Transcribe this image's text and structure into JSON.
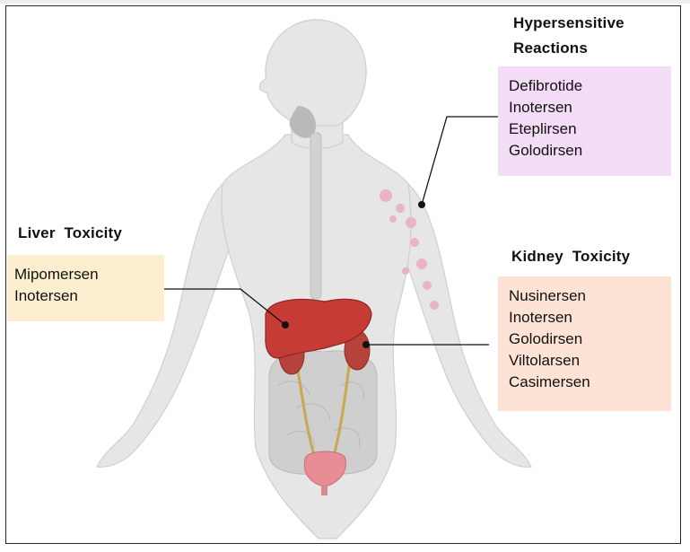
{
  "colors": {
    "hypersensitive_box": "#f3dcf6",
    "liver_box": "#fcefd0",
    "kidney_box": "#fde3d6",
    "liver_organ": "#c63b36",
    "kidney_organ": "#b5423b",
    "bladder": "#e88d93",
    "body_silhouette": "#e4e4e4"
  },
  "hypersensitive": {
    "title_line1": "Hypersensitive",
    "title_line2": "Reactions",
    "drugs": [
      "Defibrotide",
      "Inotersen",
      "Eteplirsen",
      "Golodirsen"
    ]
  },
  "liver": {
    "title": "Liver  Toxicity",
    "drugs": [
      "Mipomersen",
      "Inotersen"
    ]
  },
  "kidney": {
    "title": "Kidney  Toxicity",
    "drugs": [
      "Nusinersen",
      "Inotersen",
      "Golodirsen",
      "Viltolarsen",
      "Casimersen"
    ]
  }
}
